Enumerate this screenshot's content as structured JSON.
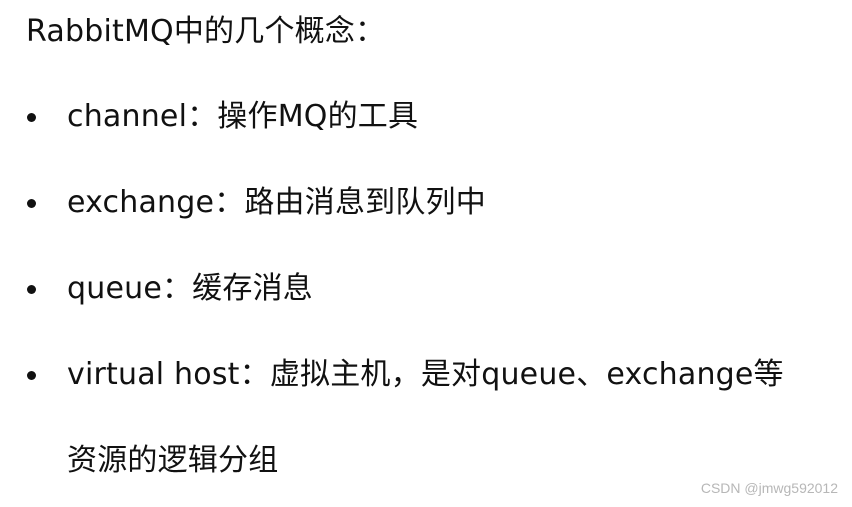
{
  "document": {
    "heading": "RabbitMQ中的几个概念：",
    "items": [
      {
        "text": "channel：操作MQ的工具"
      },
      {
        "text": "exchange：路由消息到队列中"
      },
      {
        "text": "queue：缓存消息"
      },
      {
        "text": "virtual host：虚拟主机，是对queue、exchange等",
        "continuation": "资源的逻辑分组"
      }
    ]
  },
  "watermark": {
    "text": "CSDN @jmwg592012"
  }
}
